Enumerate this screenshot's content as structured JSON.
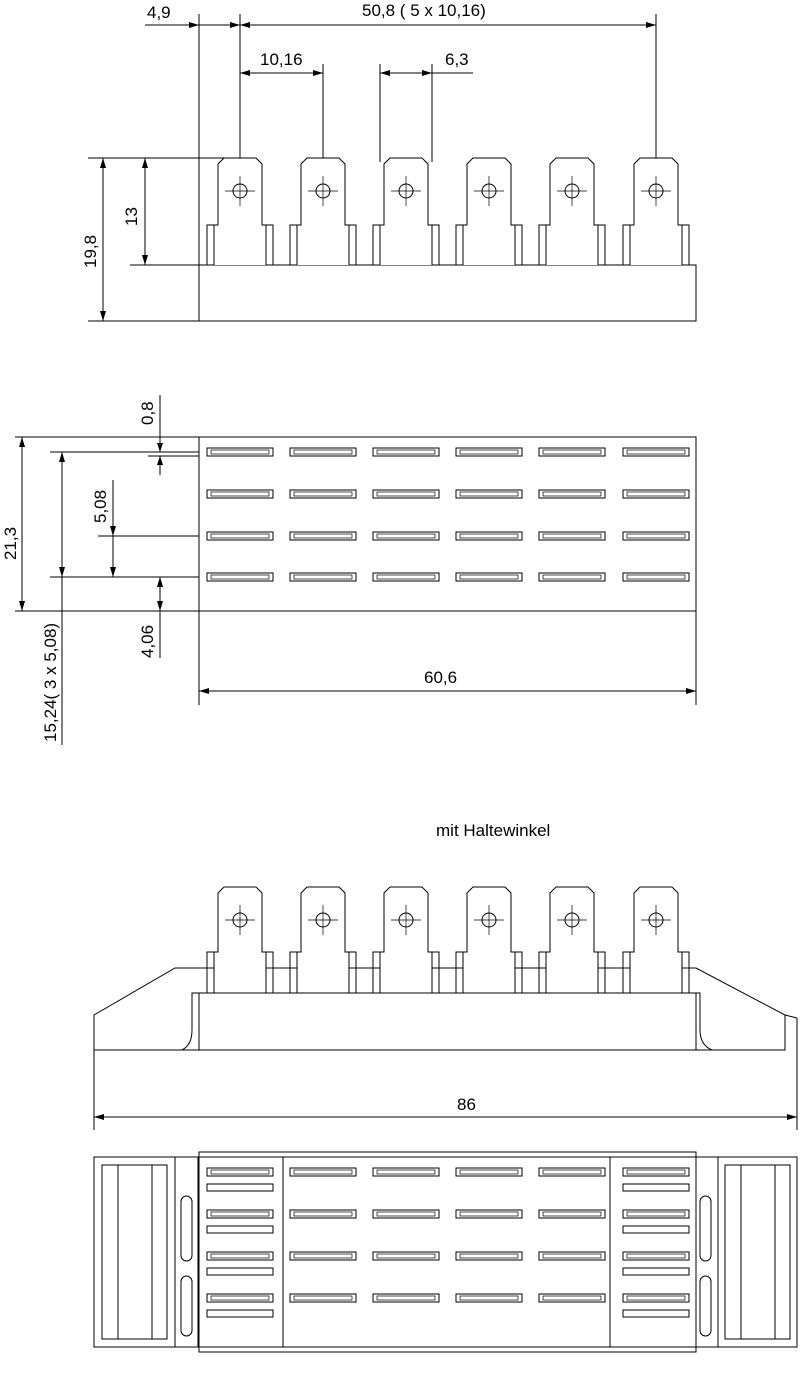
{
  "top_view": {
    "dim_offset": "4,9",
    "dim_total_pitch": "50,8 ( 5 x 10,16)",
    "dim_pitch": "10,16",
    "dim_tab_width": "6,3",
    "dim_height_total": "19,8",
    "dim_height_tab": "13",
    "tab_count": 6
  },
  "plan_view": {
    "dim_slot_thickness": "0,8",
    "dim_row_pitch": "5,08",
    "dim_depth": "21,3",
    "dim_rows_total": "15,24( 3 x 5,08)",
    "dim_edge": "4,06",
    "dim_width": "60,6",
    "rows": 4,
    "columns": 6
  },
  "bracket_view": {
    "caption": "mit Haltewinkel",
    "dim_width": "86"
  },
  "colors": {
    "line": "#000000",
    "background": "#ffffff"
  }
}
